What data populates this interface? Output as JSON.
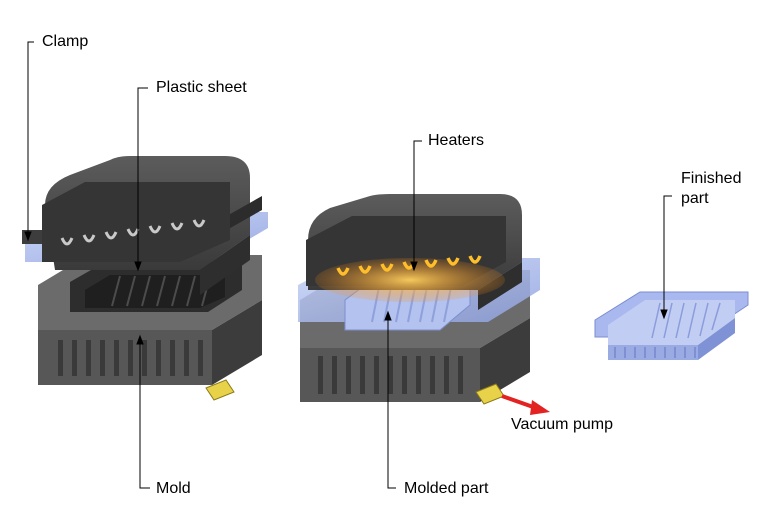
{
  "labels": {
    "clamp": "Clamp",
    "plastic_sheet": "Plastic sheet",
    "heaters": "Heaters",
    "finished_part_line1": "Finished",
    "finished_part_line2": "part",
    "vacuum_pump": "Vacuum pump",
    "mold": "Mold",
    "molded_part": "Molded part"
  },
  "colors": {
    "clamp_body": "#4a4a4a",
    "mold_body": "#5a5a5a",
    "plastic": "#a8b8ec",
    "heater_glow": "#ffb020",
    "vacuum_arrow": "#e32222",
    "fitting": "#e8d24a"
  }
}
